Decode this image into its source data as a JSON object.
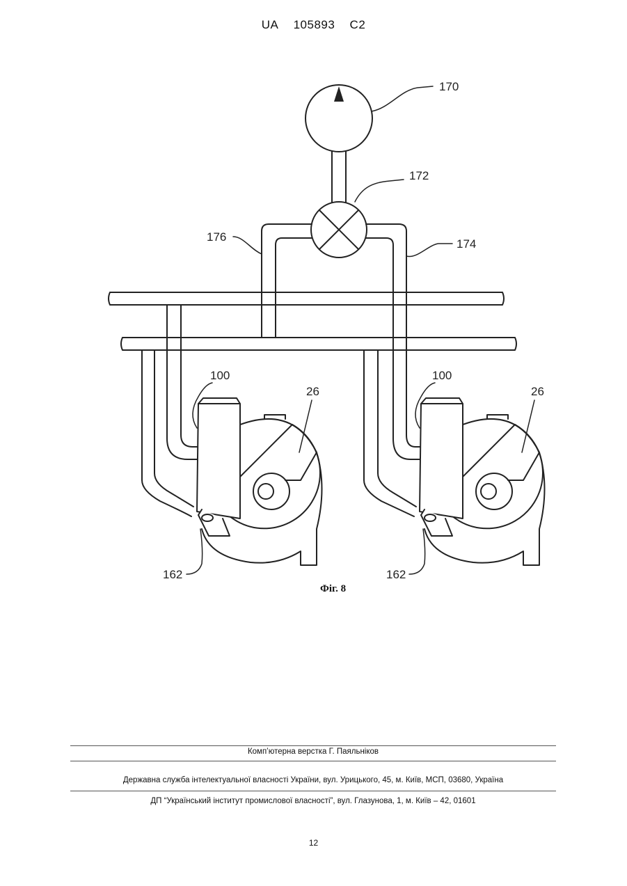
{
  "header": {
    "country": "UA",
    "number": "105893",
    "kind": "C2"
  },
  "figure": {
    "caption": "Фіг. 8",
    "labels": {
      "l170": "170",
      "l172": "172",
      "l174": "174",
      "l176": "176",
      "l100a": "100",
      "l100b": "100",
      "l26a": "26",
      "l26b": "26",
      "l162a": "162",
      "l162b": "162"
    }
  },
  "footer": {
    "layout_credit": "Комп’ютерна верстка Г. Паяльніков",
    "agency": "Державна служба інтелектуальної власності України, вул. Урицького, 45, м. Київ, МСП, 03680, Україна",
    "institute": "ДП “Український інститут промислової власності”, вул. Глазунова, 1, м. Київ – 42, 01601"
  },
  "page_number": "12"
}
